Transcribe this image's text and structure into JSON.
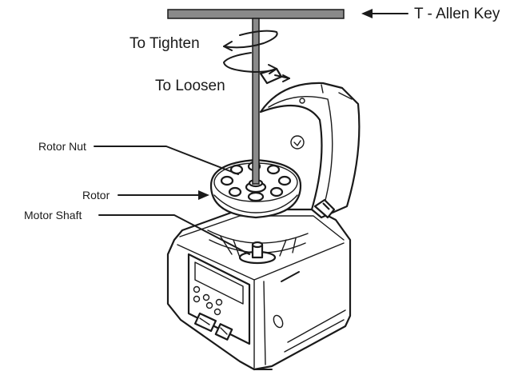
{
  "labels": {
    "allen_key": "T - Allen Key",
    "tighten": "To Tighten",
    "loosen": "To Loosen",
    "rotor_nut": "Rotor Nut",
    "rotor": "Rotor",
    "motor_shaft": "Motor Shaft"
  },
  "colors": {
    "line": "#1a1a1a",
    "key_handle": "#8a8a8a",
    "background": "#ffffff"
  }
}
